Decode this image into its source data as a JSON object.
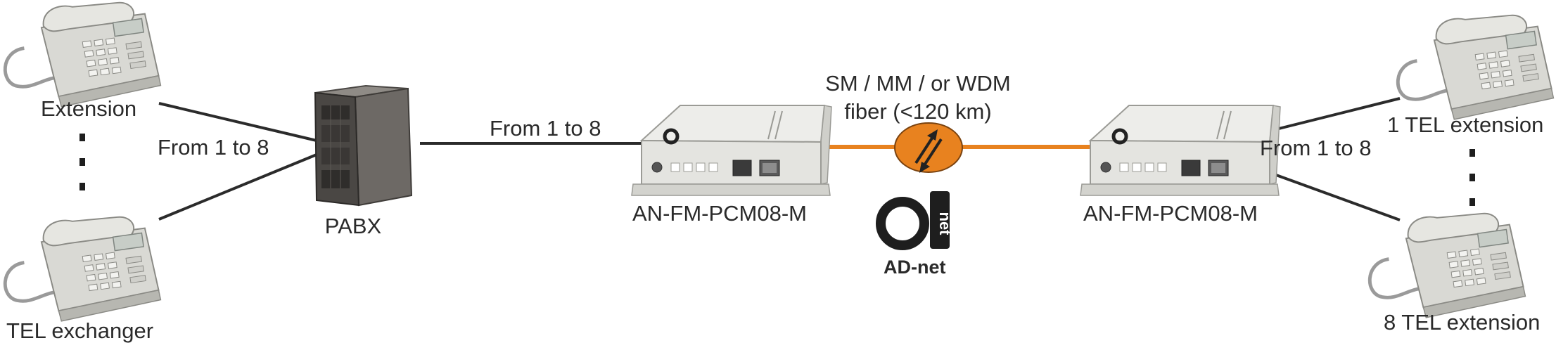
{
  "labels": {
    "extension": "Extension",
    "tel_exchanger": "TEL exchanger",
    "from_left": "From 1 to 8",
    "pabx": "PABX",
    "from_mid": "From 1 to 8",
    "device_left": "AN-FM-PCM08-M",
    "fiber_line1": "SM / MM / or WDM",
    "fiber_line2": "fiber (<120 km)",
    "device_right": "AN-FM-PCM08-M",
    "from_right": "From 1 to 8",
    "tel_ext_1": "1 TEL extension",
    "tel_ext_8": "8 TEL extension"
  },
  "logo": {
    "mark_text": "net",
    "caption": "AD-net"
  },
  "colors": {
    "fiber": "#e8821f",
    "wire": "#2b2b2b",
    "text": "#2a2a2a"
  },
  "icons": {
    "telephone": "telephone-icon",
    "pabx": "pabx-cabinet-icon",
    "converter": "fiber-converter-icon",
    "fiber_link": "fiber-link-arrows-icon",
    "brand": "adnet-logo"
  }
}
